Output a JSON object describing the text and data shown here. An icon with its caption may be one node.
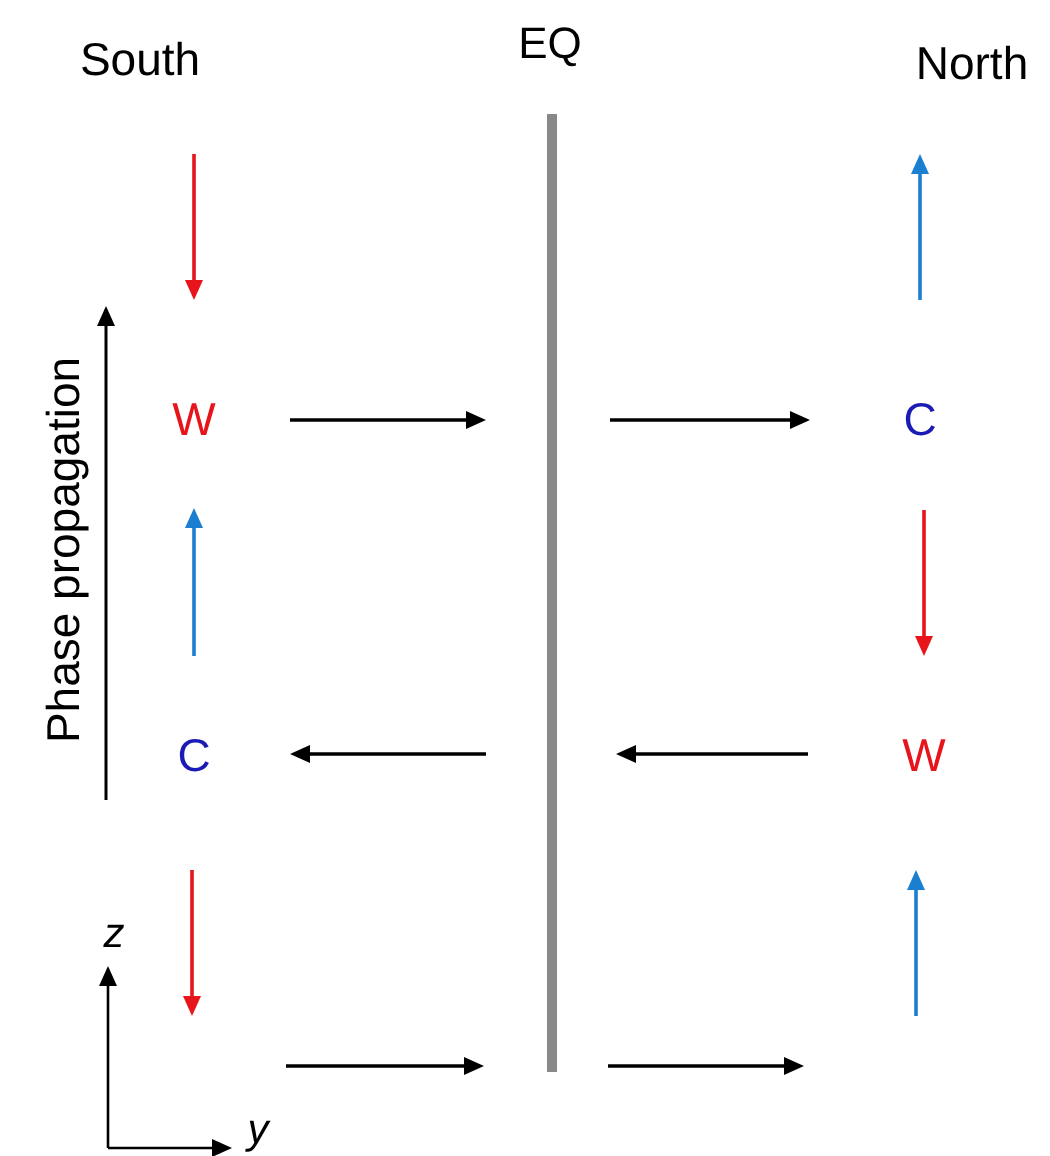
{
  "diagram": {
    "labels": [
      "South",
      "EQ",
      "North",
      "Phase propagation",
      "W",
      "C",
      "C",
      "W",
      "z",
      "y"
    ]
  }
}
